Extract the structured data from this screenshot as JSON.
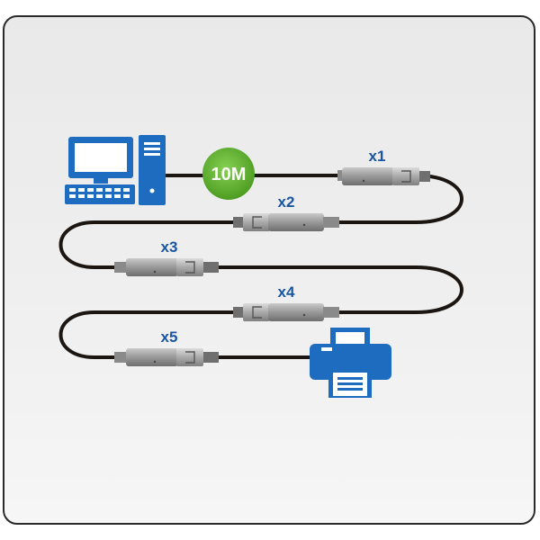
{
  "diagram": {
    "badge": {
      "label": "10M",
      "color": "#6cbf3a"
    },
    "extenders": [
      {
        "label": "x1",
        "direction": "right"
      },
      {
        "label": "x2",
        "direction": "left"
      },
      {
        "label": "x3",
        "direction": "right"
      },
      {
        "label": "x4",
        "direction": "left"
      },
      {
        "label": "x5",
        "direction": "right"
      }
    ],
    "computer": {
      "icon": "desktop-computer-icon",
      "color": "#1e6cc0"
    },
    "printer": {
      "icon": "printer-icon",
      "color": "#1e6cc0"
    },
    "cable_color": "#1c1613"
  }
}
